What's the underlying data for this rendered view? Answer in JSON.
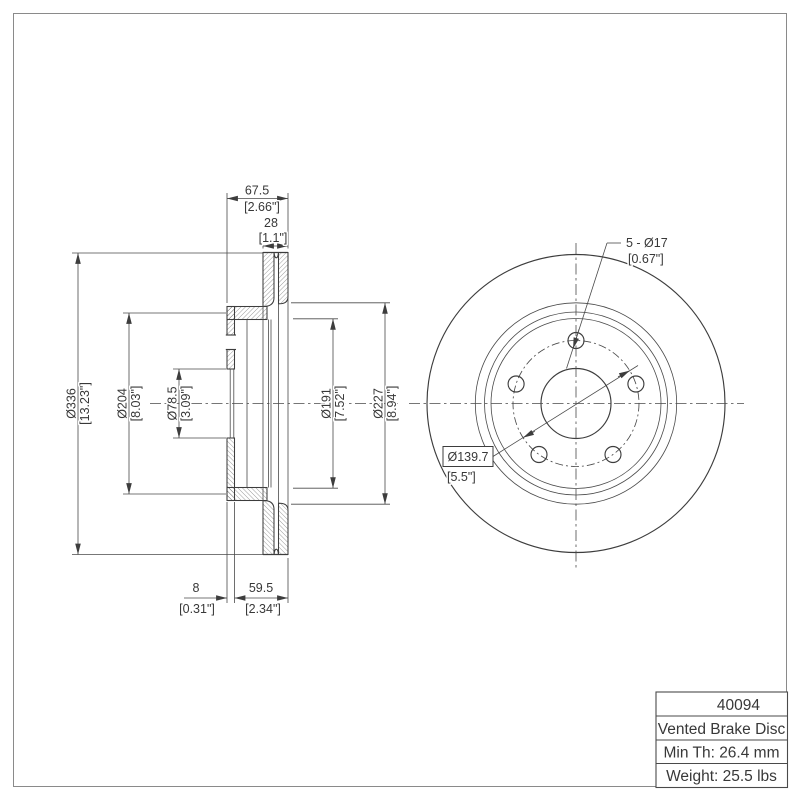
{
  "page": {
    "background": "#ffffff",
    "line_color": "#3d3d3d"
  },
  "title_block": {
    "part_number": "40094",
    "description": "Vented Brake Disc",
    "min_thickness": "Min Th: 26.4 mm",
    "weight": "Weight: 25.5 lbs"
  },
  "section_view": {
    "dims": {
      "outer_diameter": {
        "mm": "Ø336",
        "inch": "[13.23\"]"
      },
      "hat_diameter": {
        "mm": "Ø204",
        "inch": "[8.03\"]"
      },
      "bore_diameter": {
        "mm": "Ø78.5",
        "inch": "[3.09\"]"
      },
      "vent_diameter": {
        "mm": "Ø191",
        "inch": "[7.52\"]"
      },
      "band_diameter": {
        "mm": "Ø227",
        "inch": "[8.94\"]"
      },
      "overall_width": {
        "mm": "67.5",
        "inch": "[2.66\"]"
      },
      "disc_thickness": {
        "mm": "28",
        "inch": "[1.1\"]"
      },
      "flange_thickness": {
        "mm": "8",
        "inch": "[0.31\"]"
      },
      "hat_depth": {
        "mm": "59.5",
        "inch": "[2.34\"]"
      }
    }
  },
  "front_view": {
    "labels": {
      "bolt_holes": {
        "mm": "5 - Ø17",
        "inch": "[0.67\"]"
      },
      "bolt_circle": {
        "mm": "Ø139.7",
        "inch": "[5.5\"]"
      }
    }
  }
}
